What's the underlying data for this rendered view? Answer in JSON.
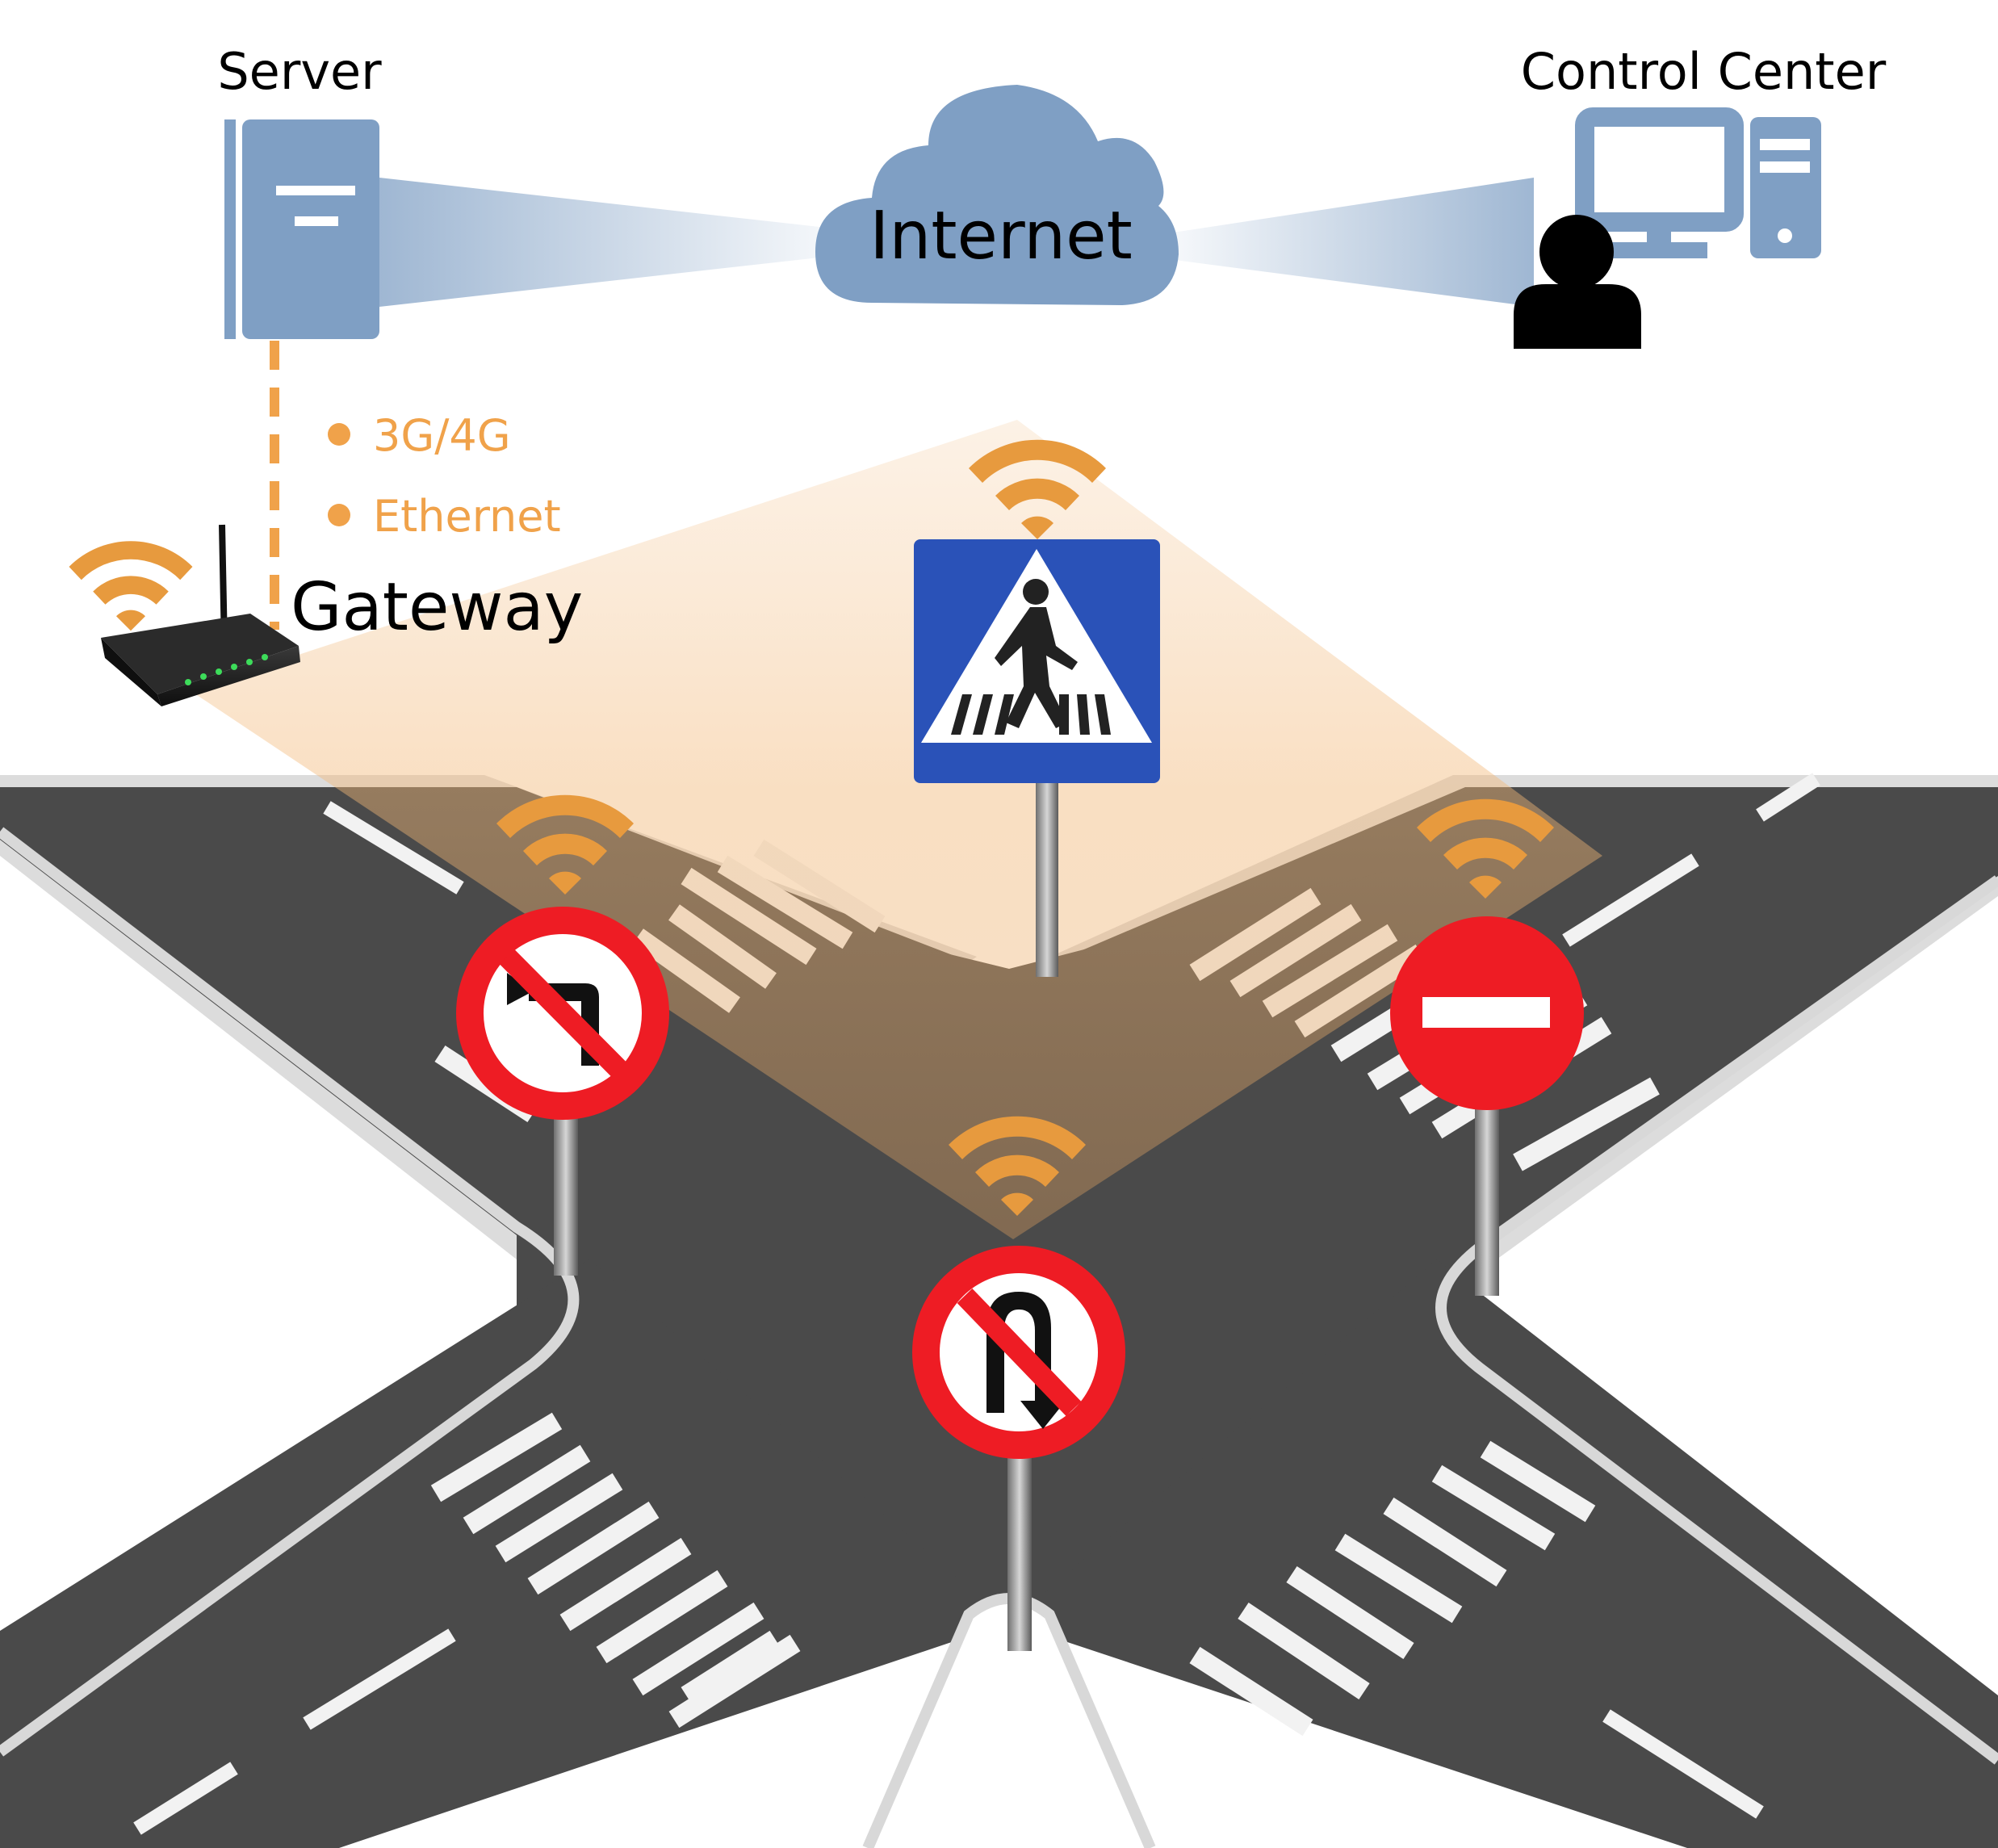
{
  "labels": {
    "server": "Server",
    "control_center": "Control Center",
    "internet": "Internet",
    "gateway": "Gateway"
  },
  "connections": [
    "3G/4G",
    "Ethernet"
  ],
  "icons": {
    "server": "server-icon",
    "cloud": "cloud-icon",
    "computer": "desktop-computer-icon",
    "user": "user-icon",
    "router": "router-icon",
    "wifi": "wifi-icon",
    "sign_crosswalk": "pedestrian-crossing-sign-icon",
    "sign_no_left_turn": "no-left-turn-sign-icon",
    "sign_no_entry": "no-entry-sign-icon",
    "sign_no_u_turn": "no-u-turn-sign-icon"
  },
  "colors": {
    "device_blue": "#7f9fc4",
    "link_orange": "#f0a24a",
    "wifi_orange": "#e79a3e",
    "road": "#4a4a4a",
    "sign_red": "#ee1c24",
    "sign_blue": "#2a52b8"
  }
}
